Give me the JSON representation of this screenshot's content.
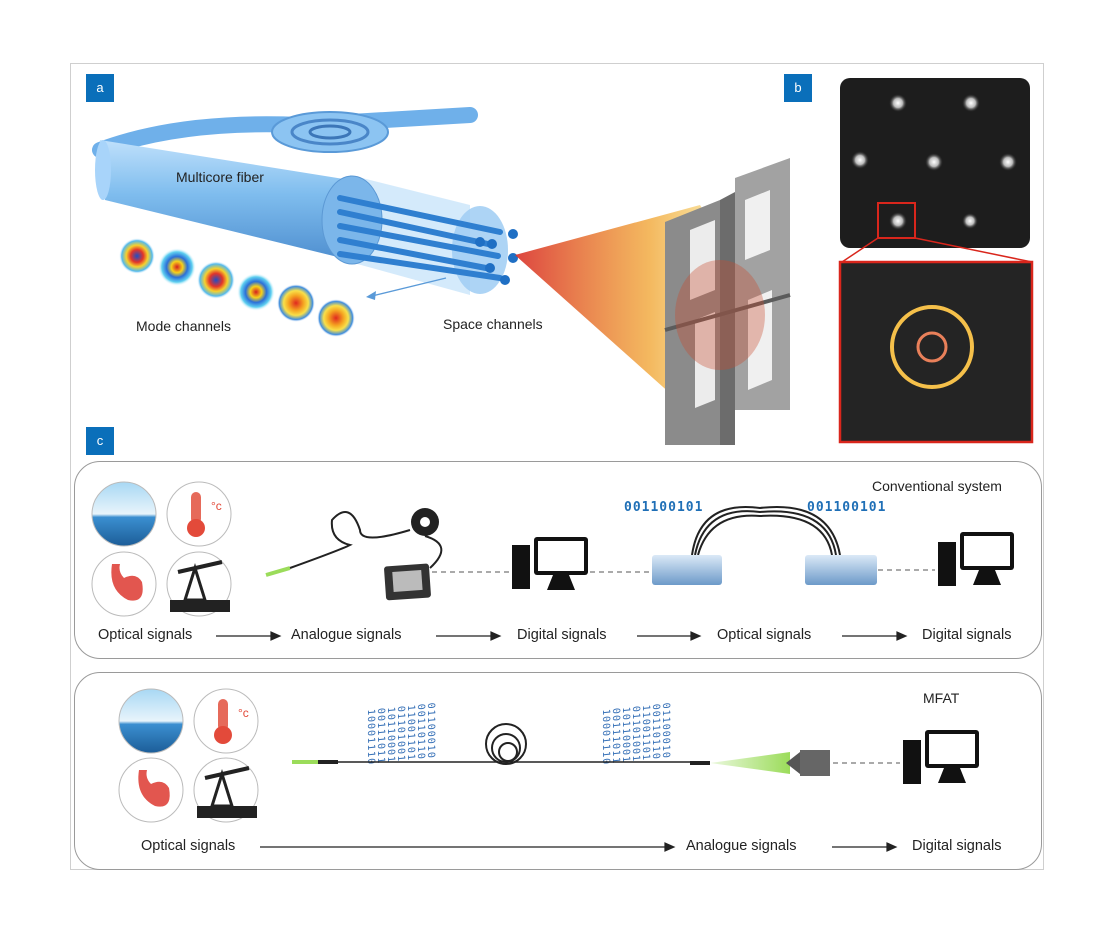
{
  "panels": {
    "a": "a",
    "b": "b",
    "c": "c"
  },
  "panel_a": {
    "multicore_label": "Multicore fiber",
    "mode_label": "Mode channels",
    "space_label": "Space channels"
  },
  "conventional": {
    "title": "Conventional system",
    "bits_left": "001100101",
    "bits_right": "001100101",
    "flow": [
      "Optical signals",
      "Analogue signals",
      "Digital signals",
      "Optical signals",
      "Digital signals"
    ]
  },
  "mfat": {
    "title": "MFAT",
    "flow": [
      "Optical signals",
      "Analogue signals",
      "Digital signals"
    ],
    "bit_columns": [
      "01100010",
      "00110110",
      "11001101",
      "01101001",
      "10110001",
      "00111011",
      "10001110"
    ]
  },
  "colors": {
    "panel_letter_bg": "#0a6fba",
    "highlight_box": "#d9261c",
    "ring_outer": "#f5c04a",
    "ring_inner": "#e9805a"
  },
  "icons": [
    "ocean-icon",
    "thermometer-icon",
    "stomach-icon",
    "oil-pump-icon",
    "fiber-sensor-icon",
    "computer-icon",
    "transceiver-icon",
    "camera-icon"
  ]
}
